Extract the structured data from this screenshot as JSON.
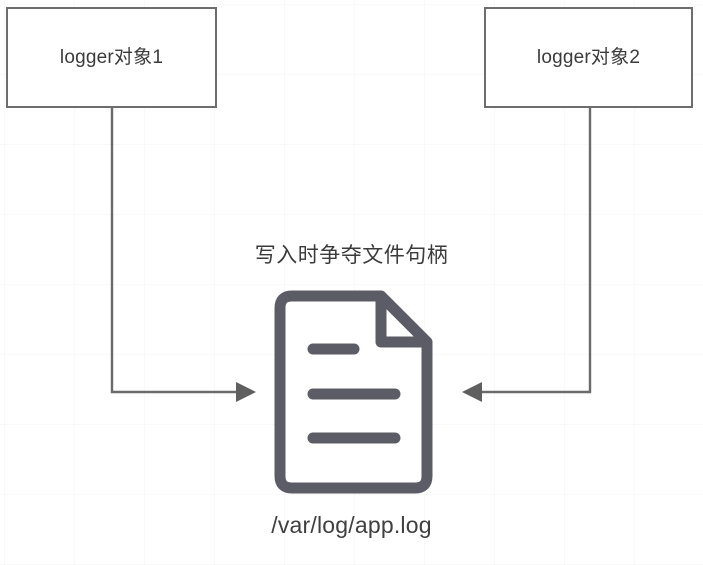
{
  "diagram": {
    "title_text": "写入时争夺文件句柄",
    "file_path": "/var/log/app.log",
    "nodes": [
      {
        "id": "logger1",
        "label": "logger对象1"
      },
      {
        "id": "logger2",
        "label": "logger对象2"
      }
    ],
    "center_icon": {
      "name": "document-file-icon",
      "lines": 3
    },
    "edges": [
      {
        "from": "logger1",
        "to": "file",
        "direction": "right",
        "style": "elbow",
        "arrowhead": "solid-triangle"
      },
      {
        "from": "logger2",
        "to": "file",
        "direction": "left",
        "style": "elbow",
        "arrowhead": "solid-triangle"
      }
    ],
    "colors": {
      "box_border": "#6d6d6d",
      "box_fill": "#ffffff",
      "text": "#3b3b3b",
      "connector": "#6a6a6a",
      "icon_stroke": "#5c5c66",
      "background": "#ffffff",
      "grid": "#f4f4f4"
    }
  }
}
